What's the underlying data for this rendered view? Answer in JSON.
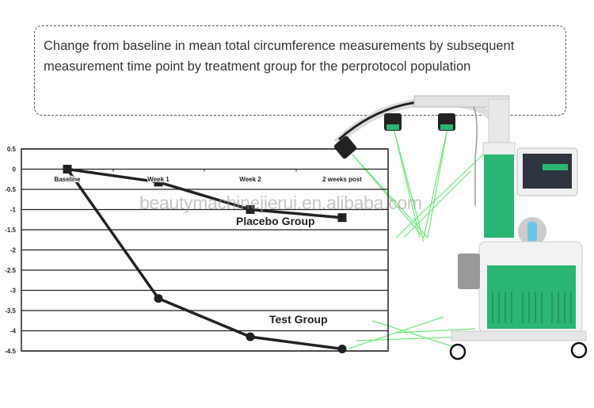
{
  "caption": "Change from baseline in mean total circumference measurements by subsequent measurement time point by treatment group for the perprotocol population",
  "watermark": "beautymachinejierui.en.alibaba.com",
  "chart_data": {
    "type": "line",
    "title": "Change from baseline in mean total circumference measurements by subsequent measurement time point by treatment group for the perprotocol population",
    "xlabel": "",
    "ylabel": "",
    "categories": [
      "Baseline",
      "Week 1",
      "Week 2",
      "2 weeks post"
    ],
    "yticks": [
      "0.5",
      "0",
      "-0.5",
      "-1",
      "-1.5",
      "-2",
      "-2.5",
      "-3",
      "-3.5",
      "-4",
      "-4.5"
    ],
    "ylim": [
      -4.5,
      0.5
    ],
    "grid": true,
    "series": [
      {
        "name": "Placebo Group",
        "marker": "square",
        "values": [
          0,
          -0.32,
          -1.0,
          -1.2
        ]
      },
      {
        "name": "Test Group",
        "marker": "circle",
        "values": [
          0,
          -3.2,
          -4.15,
          -4.45
        ]
      }
    ],
    "line_color": "#222222"
  },
  "colors": {
    "machine_green": "#2bb673",
    "laser": "#4be05a"
  }
}
